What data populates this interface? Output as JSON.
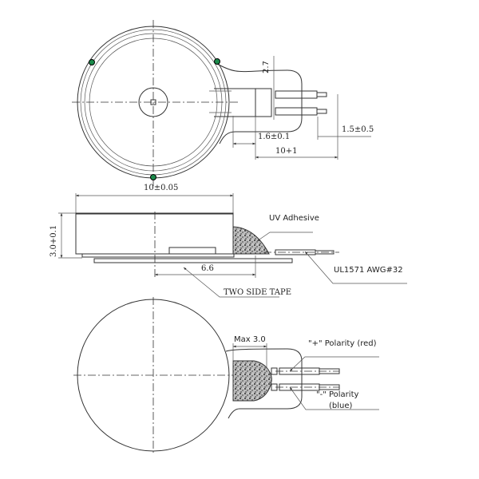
{
  "top_view": {
    "dim_lead_offset": "2.7",
    "dim_pad_width": "1.6±0.1",
    "dim_wire_strip": "1.5±0.5",
    "dim_wire_length": "10+1",
    "dim_diameter": "10±0.05",
    "marker_color": "#1a8a4a"
  },
  "side_view": {
    "dim_height": "3.0+0.1",
    "dim_tape": "6.6",
    "label_adhesive": "UV Adhesive",
    "label_wire": "UL1571  AWG#32",
    "label_tape": "TWO SIDE TAPE"
  },
  "bottom_view": {
    "dim_max": "Max 3.0",
    "label_positive": "\"+\" Polarity (red)",
    "label_negative": "\"-\" Polarity",
    "label_negative_color": "(blue)"
  }
}
